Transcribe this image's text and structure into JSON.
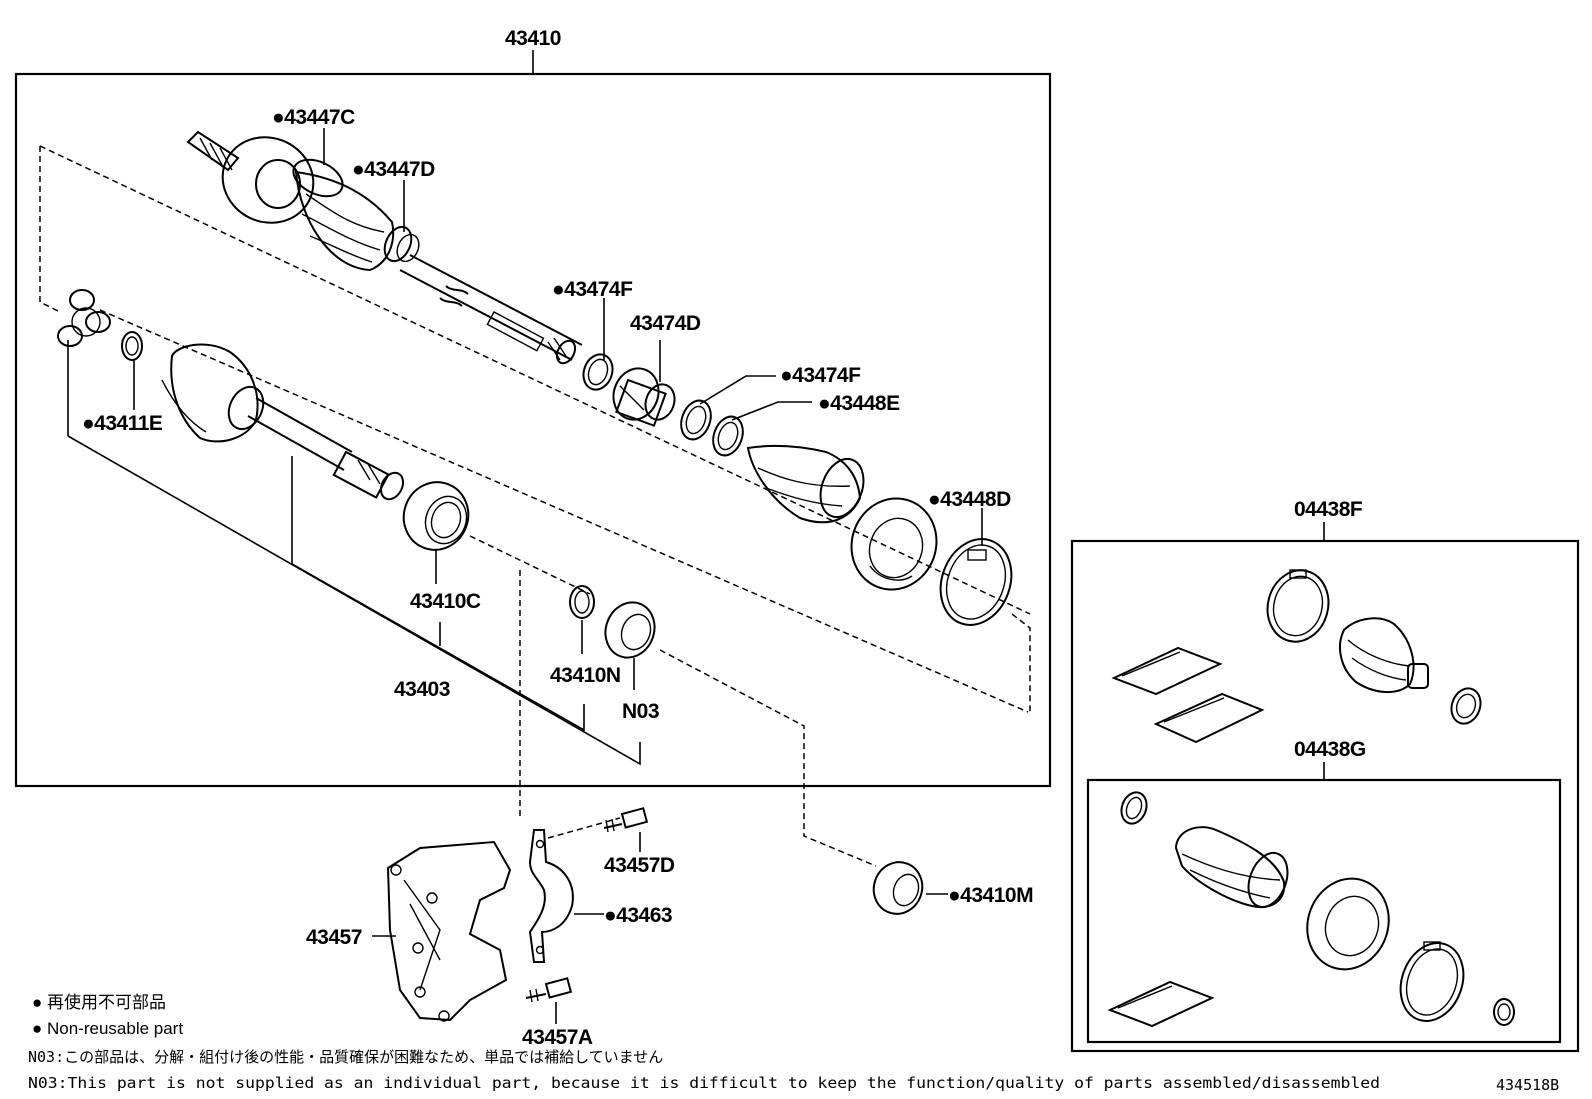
{
  "parts": {
    "p43410": "43410",
    "p43447C": "●43447C",
    "p43447D": "●43447D",
    "p43474F_a": "●43474F",
    "p43474D": "43474D",
    "p43474F_b": "●43474F",
    "p43448E": "●43448E",
    "p43448D": "●43448D",
    "p43411E": "●43411E",
    "p43410C": "43410C",
    "p43403": "43403",
    "p43410N": "43410N",
    "pN03": "N03",
    "p43457D": "43457D",
    "p43463": "●43463",
    "p43410M": "●43410M",
    "p43457": "43457",
    "p43457A": "43457A",
    "p04438F": "04438F",
    "p04438G": "04438G"
  },
  "legend": {
    "jp": "● 再使用不可部品",
    "en": "● Non-reusable part"
  },
  "notes": {
    "jp": "N03:この部品は、分解・組付け後の性能・品質確保が困難なため、単品では補給していません",
    "en": "N03:This part is not supplied as an individual part, because it is difficult to keep the function/quality of parts assembled/disassembled"
  },
  "diagram_id": "434518B"
}
